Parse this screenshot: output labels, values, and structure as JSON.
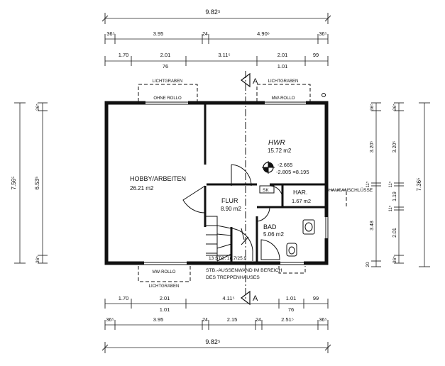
{
  "dimensions": {
    "top": {
      "overall": "9.82⁵",
      "row2": [
        "36⁵",
        "3.95",
        "24",
        "4.90⁶",
        "36⁵"
      ],
      "row3": [
        "1.70",
        "2.01",
        "3.11⁵",
        "2.01",
        "99"
      ],
      "row3_sub": [
        "76",
        "1.01"
      ]
    },
    "bottom": {
      "row1": [
        "1.70",
        "2.01",
        "4.11⁵",
        "1.01",
        "99"
      ],
      "row1_sub": [
        "1.01",
        "76"
      ],
      "row2": [
        "36⁵",
        "3.95",
        "24",
        "2.15",
        "24",
        "2.51⁵",
        "36⁵"
      ],
      "overall": "9.82⁵"
    },
    "left": {
      "overall": "7.56⁵",
      "inner": "6.53⁵",
      "top_end": "36⁵",
      "bottom_end": "36⁵"
    },
    "right": {
      "inner": [
        "36⁵",
        "3.20⁵",
        "11⁵",
        "3.48",
        "20"
      ],
      "outer": [
        "36⁵",
        "3.20⁵",
        "11⁵",
        "1.19",
        "11⁵",
        "2.01",
        "36⁵"
      ],
      "overall": "7.36⁵"
    }
  },
  "rooms": {
    "hobby": {
      "name": "HOBBY/ARBEITEN",
      "area": "26.21 m2"
    },
    "hwr": {
      "name": "HWR",
      "area": "15.72 m2"
    },
    "flur": {
      "name": "FLUR",
      "area": "8.90 m2"
    },
    "har": {
      "name": "HAR.",
      "area": "1.67 m2"
    },
    "bad": {
      "name": "BAD",
      "area": "5.06 m2"
    },
    "sk": {
      "name": "SK"
    }
  },
  "levels": {
    "upper": "-2.665",
    "lower": "-2.805 =8.195"
  },
  "labels": {
    "lichtgraben": "LICHTGRABEN",
    "ohne_rollo": "OHNE ROLLO",
    "mw_rollo_top": "MW-ROLLO",
    "mw_rollo_bottom": "MW-ROLLO",
    "hausanschluss": "HAUSANSCHLÜSSE",
    "stairs": "13 STG. 18.7/25.9",
    "note_line1": "STB.-AUSSENWAND IM BEREICH",
    "note_line2": "DES TREPPENHAUSES",
    "section": "A"
  }
}
